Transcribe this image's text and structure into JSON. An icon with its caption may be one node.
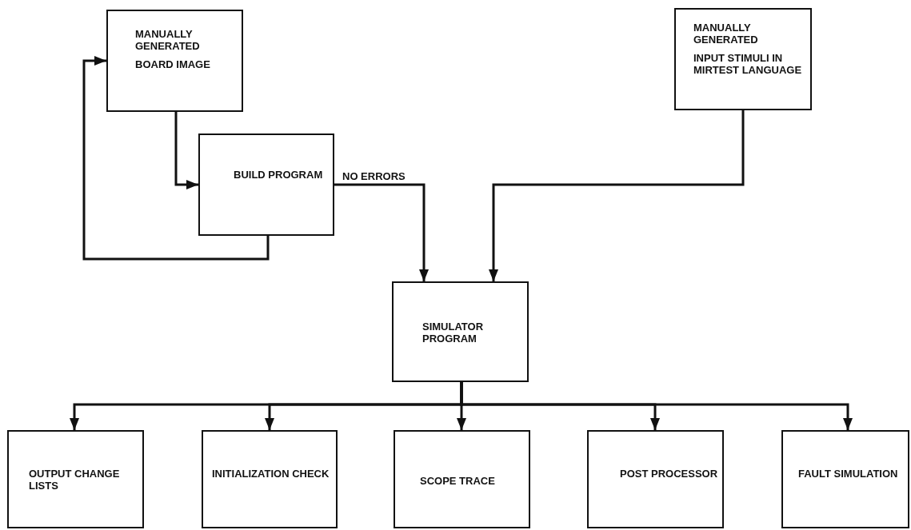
{
  "diagram": {
    "nodes": [
      {
        "text": [
          "MANUALLY GENERATED",
          "BOARD IMAGE"
        ]
      },
      {
        "text": [
          "BUILD PROGRAM"
        ]
      },
      {
        "text": [
          "MANUALLY GENERATED",
          "INPUT STIMULI IN MIRTEST LANGUAGE"
        ]
      },
      {
        "text": [
          "SIMULATOR PROGRAM"
        ]
      },
      {
        "text": [
          "OUTPUT CHANGE LISTS"
        ]
      },
      {
        "text": [
          "INITIALIZATION CHECK"
        ]
      },
      {
        "text": [
          "SCOPE TRACE"
        ]
      },
      {
        "text": [
          "POST PROCESSOR"
        ]
      },
      {
        "text": [
          "FAULT SIMULATION"
        ]
      }
    ],
    "edges": [
      {
        "from": 0,
        "to": 1,
        "arrow": "to"
      },
      {
        "from": 1,
        "to": 0,
        "arrow": "to"
      },
      {
        "from": 1,
        "to": 3,
        "arrow": "to",
        "label": "NO ERRORS"
      },
      {
        "from": 2,
        "to": 3,
        "arrow": "to"
      },
      {
        "from": 3,
        "to": 4,
        "arrow": "to"
      },
      {
        "from": 3,
        "to": 5,
        "arrow": "to"
      },
      {
        "from": 3,
        "to": 6,
        "arrow": "to"
      },
      {
        "from": 3,
        "to": 7,
        "arrow": "to"
      },
      {
        "from": 3,
        "to": 8,
        "arrow": "to"
      }
    ]
  }
}
